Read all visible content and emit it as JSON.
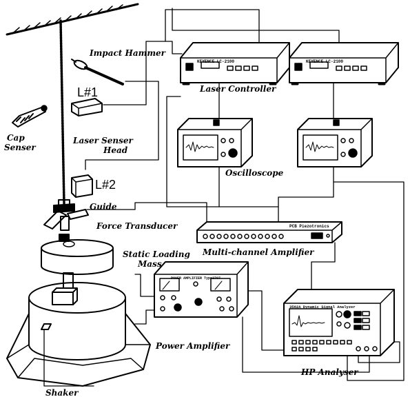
{
  "labels": {
    "impact_hammer": "Impact Hammer",
    "laser_1": "L#1",
    "laser_2": "L#2",
    "cap_sensor_l1": "Cap",
    "cap_sensor_l2": "Senser",
    "laser_head_l1": "Laser Senser",
    "laser_head_l2": "Head",
    "laser_controller": "Laser Controller",
    "oscilloscope": "Oscilloscope",
    "guide": "Guide",
    "force_transducer": "Force Transducer",
    "multichannel_amplifier": "Multi-channel Amplifier",
    "static_mass_l1": "Static Loading",
    "static_mass_l2": "Mass",
    "power_amplifier": "Power Amplifier",
    "hp_analyser": "HP Analyser",
    "shaker": "Shaker"
  },
  "device_text": {
    "laser_controller_1": "KEYENCE LC-2100",
    "laser_controller_2": "KEYENCE LC-2100",
    "amplifier_brand": "PCB Piezotronics",
    "power_amp_panel": "POWER AMPLIFIER Type2707",
    "hp_panel": "3562A Dynamic Signal Analyzer"
  }
}
